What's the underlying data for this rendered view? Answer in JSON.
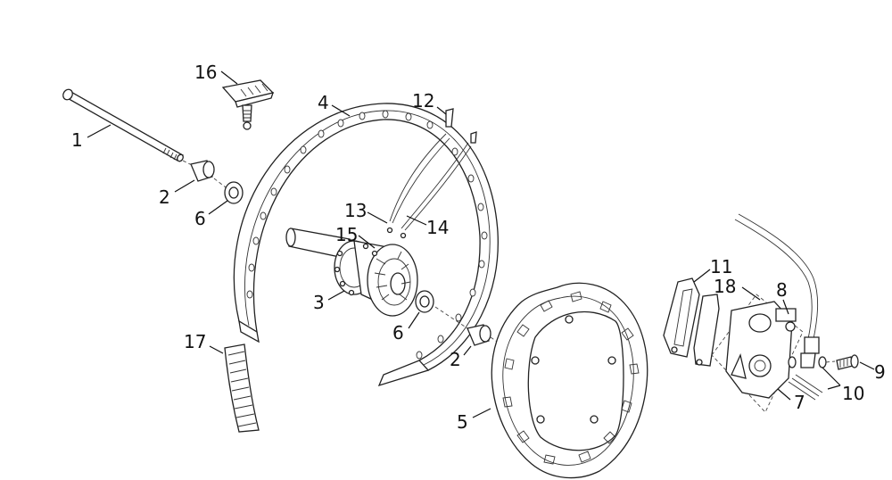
{
  "callouts": [
    {
      "id": "c1",
      "text": "1"
    },
    {
      "id": "c2a",
      "text": "2"
    },
    {
      "id": "c2b",
      "text": "2"
    },
    {
      "id": "c3",
      "text": "3"
    },
    {
      "id": "c4",
      "text": "4"
    },
    {
      "id": "c5",
      "text": "5"
    },
    {
      "id": "c6a",
      "text": "6"
    },
    {
      "id": "c6b",
      "text": "6"
    },
    {
      "id": "c7",
      "text": "7"
    },
    {
      "id": "c8",
      "text": "8"
    },
    {
      "id": "c9",
      "text": "9"
    },
    {
      "id": "c10",
      "text": "10"
    },
    {
      "id": "c11",
      "text": "11"
    },
    {
      "id": "c12",
      "text": "12"
    },
    {
      "id": "c13",
      "text": "13"
    },
    {
      "id": "c14",
      "text": "14"
    },
    {
      "id": "c15",
      "text": "15"
    },
    {
      "id": "c16",
      "text": "16"
    },
    {
      "id": "c17",
      "text": "17"
    },
    {
      "id": "c18",
      "text": "18"
    }
  ]
}
